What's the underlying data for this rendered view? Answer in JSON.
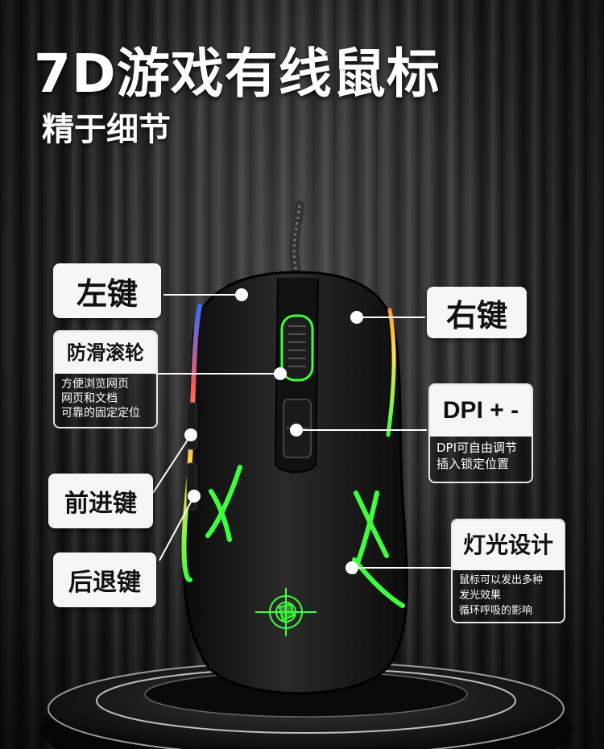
{
  "header": {
    "title": "7D游戏有线鼠标",
    "subtitle": "精于细节"
  },
  "labels": {
    "left_button": "左键",
    "right_button": "右键",
    "scroll_wheel": {
      "title": "防滑滚轮",
      "desc": [
        "方便浏览网页",
        "网页和文档",
        "可靠的固定定位"
      ]
    },
    "dpi": {
      "title": "DPI + -",
      "desc": [
        "DPI可自由调节",
        "插入锁定位置"
      ]
    },
    "forward": "前进键",
    "back": "后退键",
    "lighting": {
      "title": "灯光设计",
      "desc": [
        "鼠标可以发出多种",
        "发光效果",
        "循环呼吸的影响"
      ]
    }
  },
  "colors": {
    "accent_green": "#3dff3d",
    "label_bg": "#f6f6f6",
    "background": "#1c1c1c"
  }
}
